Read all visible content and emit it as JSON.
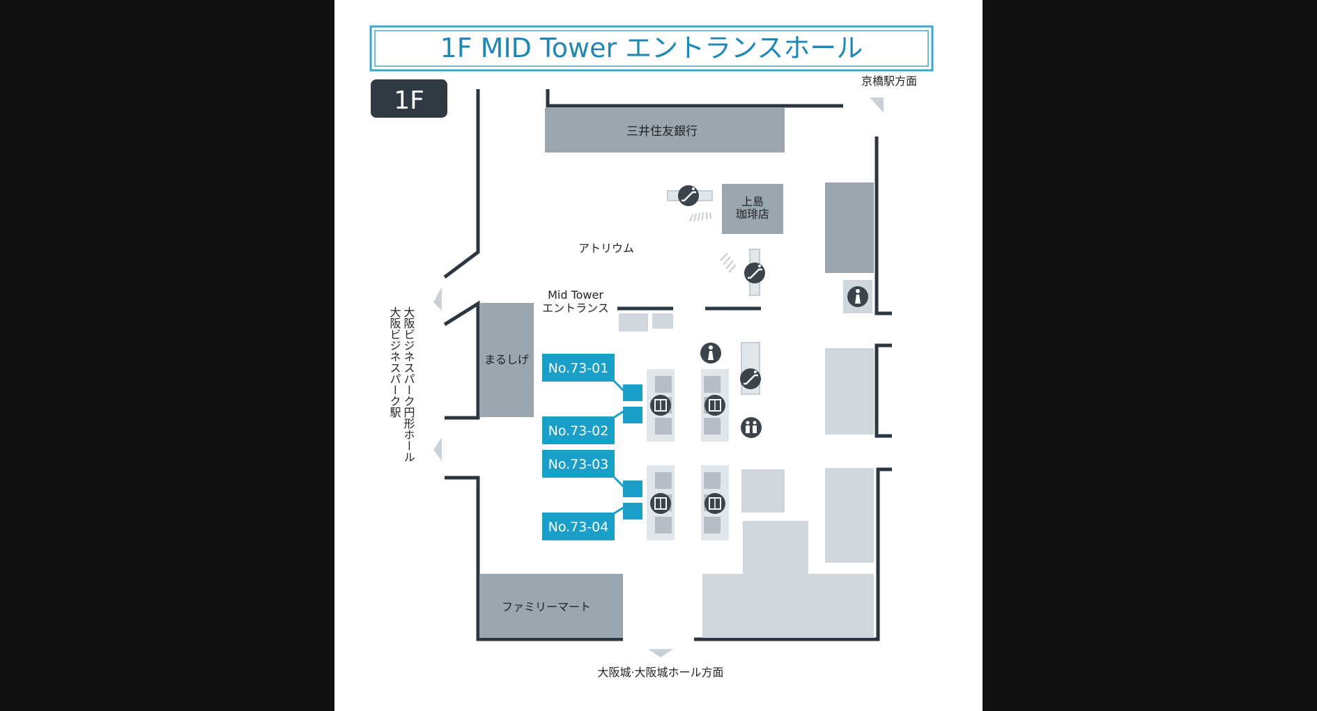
{
  "title": "1F MID Tower エントランスホール",
  "floor_badge": "1F",
  "directions": {
    "kyobashi": "京橋駅方面",
    "osaka_castle": "大阪城·大阪城ホール方面",
    "obp_hall": "大阪ビジネスパーク円形ホール",
    "obp_station": "大阪ビジネスパーク駅"
  },
  "areas": {
    "bank": "三井住友銀行",
    "cafe_line1": "上島",
    "cafe_line2": "珈琲店",
    "atrium": "アトリウム",
    "entrance_line1": "Mid Tower",
    "entrance_line2": "エントランス",
    "marushige": "まるしげ",
    "familymart": "ファミリーマート"
  },
  "spots": [
    {
      "label": "No.73-01"
    },
    {
      "label": "No.73-02"
    },
    {
      "label": "No.73-03"
    },
    {
      "label": "No.73-04"
    }
  ],
  "icons": [
    "escalator-icon",
    "restroom-icon",
    "elevator-icon"
  ],
  "colors": {
    "accent": "#1aa0c8",
    "title_border": "#36a9c9",
    "badge": "#2f3a44",
    "wall": "#2c3640",
    "block_dark": "#9aa6b0",
    "block_light": "#cfd6dd"
  }
}
